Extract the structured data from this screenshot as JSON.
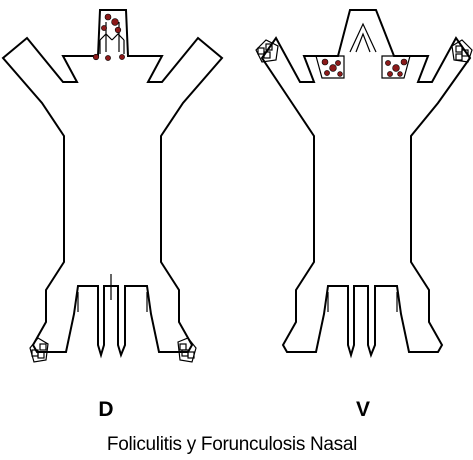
{
  "labels": {
    "dorsal": "D",
    "ventral": "V"
  },
  "caption": "Foliculitis y Forunculosis Nasal",
  "colors": {
    "outline": "#000000",
    "lesion": "#8b1a1a",
    "background": "#ffffff"
  }
}
